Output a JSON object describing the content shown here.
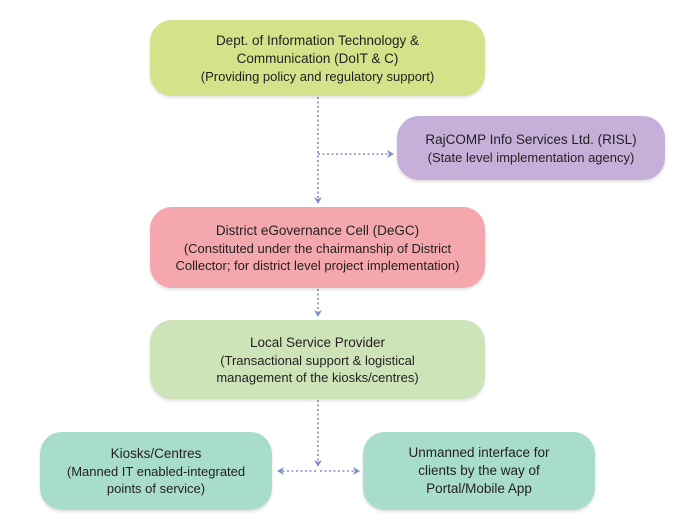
{
  "colors": {
    "doit_fill": "#d4e38a",
    "risl_fill": "#c6b0da",
    "degc_fill": "#f4a8ad",
    "lsp_fill": "#cde3b8",
    "kiosk_fill": "#a8dccc",
    "unmanned_fill": "#a8dccc",
    "connector": "#7f8fc7"
  },
  "nodes": {
    "doit": {
      "line1": "Dept. of Information Technology &",
      "line2": "Communication (DoIT & C)",
      "line3": "(Providing policy and regulatory support)"
    },
    "risl": {
      "line1": "RajCOMP Info Services Ltd. (RISL)",
      "line2": "(State level implementation agency)"
    },
    "degc": {
      "line1": "District eGovernance Cell (DeGC)",
      "line2": "(Constituted under the chairmanship of District",
      "line3": "Collector; for district level project implementation)"
    },
    "lsp": {
      "line1": "Local Service Provider",
      "line2": "(Transactional support & logistical",
      "line3": "management of the kiosks/centres)"
    },
    "kiosks": {
      "line1": "Kiosks/Centres",
      "line2": "(Manned IT enabled-integrated",
      "line3": "points of service)"
    },
    "unmanned": {
      "line1": "Unmanned interface for",
      "line2": "clients by the way of",
      "line3": "Portal/Mobile App"
    }
  }
}
